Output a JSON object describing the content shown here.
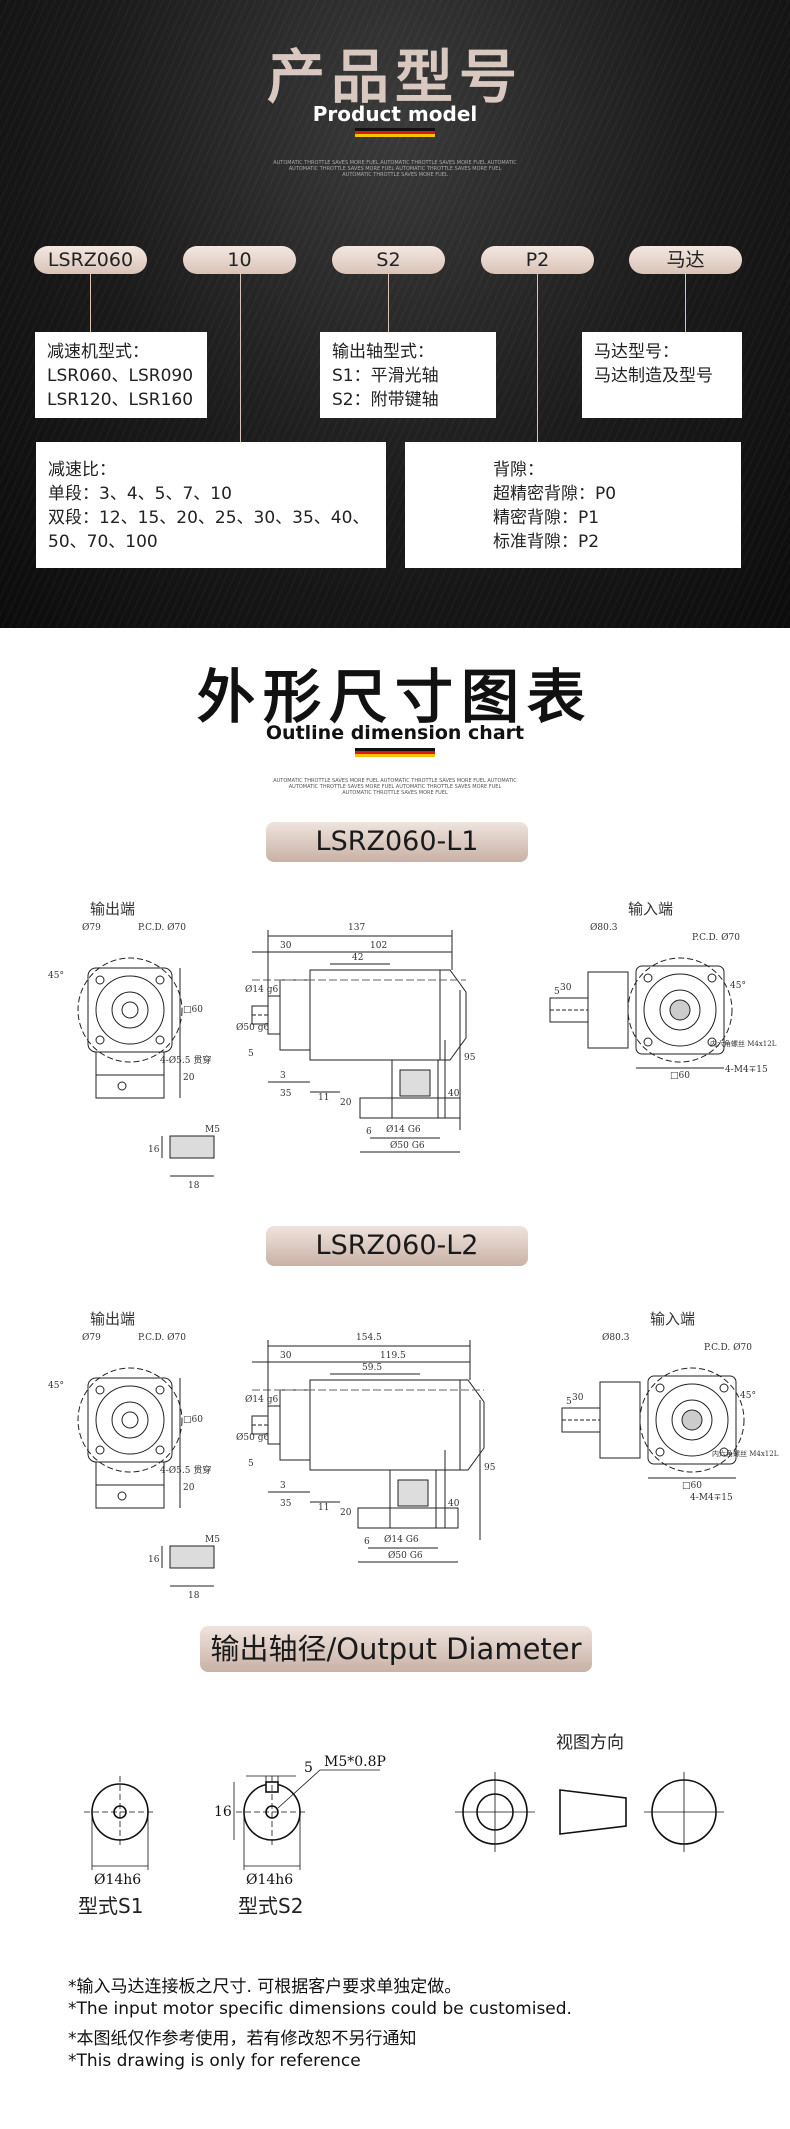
{
  "header": {
    "title_cn": "产品型号",
    "title_en": "Product model",
    "tiny_lines": [
      "AUTOMATIC THROTTLE SAVES MORE FUEL AUTOMATIC THROTTLE SAVES MORE FUEL AUTOMATIC",
      "AUTOMATIC THROTTLE SAVES MORE FUEL AUTOMATIC THROTTLE SAVES MORE FUEL",
      "AUTOMATIC THROTTLE SAVES MORE FUEL"
    ]
  },
  "model_code": {
    "segments": [
      "LSRZ060",
      "10",
      "S2",
      "P2",
      "马达"
    ],
    "reducer_type": {
      "title": "减速机型式：",
      "lines": [
        "LSR060、LSR090",
        "LSR120、LSR160"
      ]
    },
    "output_shaft": {
      "title": "输出轴型式：",
      "lines": [
        "S1：平滑光轴",
        "S2：附带键轴"
      ]
    },
    "motor": {
      "title": "马达型号：",
      "lines": [
        "马达制造及型号"
      ]
    },
    "ratio": {
      "title": "减速比：",
      "lines": [
        "单段：3、4、5、7、10",
        "双段：12、15、20、25、30、35、40、",
        "50、70、100"
      ]
    },
    "backlash": {
      "title": "背隙：",
      "lines": [
        "超精密背隙：P0",
        "精密背隙：P1",
        "标准背隙：P2"
      ]
    }
  },
  "outline": {
    "title_cn": "外形尺寸图表",
    "title_en": "Outline dimension chart",
    "tiny_lines": [
      "AUTOMATIC THROTTLE SAVES MORE FUEL AUTOMATIC THROTTLE SAVES MORE FUEL AUTOMATIC",
      "AUTOMATIC THROTTLE SAVES MORE FUEL AUTOMATIC THROTTLE SAVES MORE FUEL",
      "AUTOMATIC THROTTLE SAVES MORE FUEL"
    ]
  },
  "drawing_l1": {
    "title": "LSRZ060-L1",
    "output_end": "输出端",
    "input_end": "输入端",
    "dims": {
      "d79": "Ø79",
      "pcd70": "P.C.D. Ø70",
      "ang45": "45°",
      "sq60": "□60",
      "holes": "4-Ø5.5 贯穿",
      "len_total": "137",
      "len_body": "102",
      "len_a": "30",
      "len_b": "42",
      "d14": "Ø14 g6",
      "d50": "Ø50 g6",
      "k5": "5",
      "k3": "3",
      "k35": "35",
      "k11": "11",
      "k20": "20",
      "k95": "95",
      "k40": "40",
      "d14b": "Ø14 G6",
      "d50b": "Ø50 G6",
      "k6": "6",
      "d803": "Ø80.3",
      "pcd70b": "P.C.D. Ø70",
      "in60": "□60",
      "m4": "4-M4∓15",
      "bolt": "内六角螺丝 M4x12L",
      "in30": "30",
      "in5": "5",
      "m5": "M5",
      "k16": "16",
      "k18": "18"
    }
  },
  "drawing_l2": {
    "title": "LSRZ060-L2",
    "output_end": "输出端",
    "input_end": "输入端",
    "dims": {
      "d79": "Ø79",
      "pcd70": "P.C.D. Ø70",
      "ang45": "45°",
      "sq60": "□60",
      "holes": "4-Ø5.5 贯穿",
      "len_total": "154.5",
      "len_body": "119.5",
      "len_a": "30",
      "len_b": "59.5",
      "d14": "Ø14 g6",
      "d50": "Ø50 g6",
      "k5": "5",
      "k3": "3",
      "k35": "35",
      "k11": "11",
      "k20": "20",
      "k95": "95",
      "k40": "40",
      "d14b": "Ø14 G6",
      "d50b": "Ø50 G6",
      "k6": "6",
      "d803": "Ø80.3",
      "pcd70b": "P.C.D. Ø70",
      "in60": "□60",
      "m4": "4-M4∓15",
      "bolt": "内六角螺丝 M4x12L",
      "in30": "30",
      "in5": "5",
      "m5": "M5",
      "k16": "16",
      "k18": "18"
    }
  },
  "output_diameter": {
    "title": "输出轴径/Output Diameter",
    "view_direction": "视图方向",
    "s1_label": "型式S1",
    "s2_label": "型式S2",
    "d14": "Ø14h6",
    "key5": "5",
    "m5": "M5*0.8P",
    "h16": "16"
  },
  "notes": [
    "*输入马达连接板之尺寸. 可根据客户要求单独定做。",
    "*The input motor specific dimensions could be customised.",
    "*本图纸仅作参考使用，若有修改恕不另行通知",
    "*This drawing is only for reference"
  ],
  "colors": {
    "pill": "#d9c3b8",
    "flag_black": "#111111",
    "flag_red": "#d7191c",
    "flag_yellow": "#f5c400"
  }
}
